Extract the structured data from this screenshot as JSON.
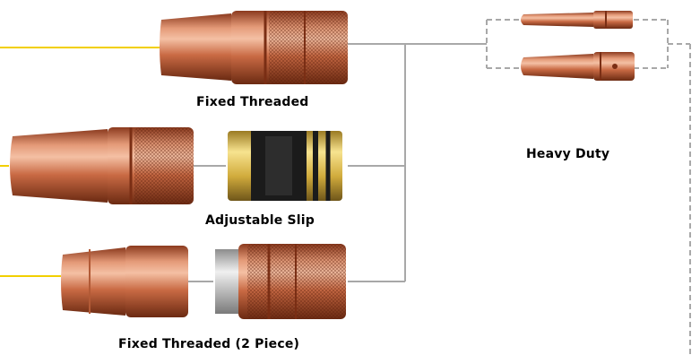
{
  "labels": {
    "fixed_threaded": "Fixed Threaded",
    "adjustable_slip": "Adjustable Slip",
    "fixed_threaded_2piece": "Fixed Threaded (2 Piece)",
    "heavy_duty": "Heavy Duty"
  },
  "colors": {
    "copper_dark": "#8e3a1e",
    "copper_mid": "#cf6e48",
    "copper_light": "#f3b597",
    "wire": "#f2cf00",
    "connector": "#a8a8a8",
    "brass": "#e2c45a",
    "black_band": "#1b1b1b"
  }
}
